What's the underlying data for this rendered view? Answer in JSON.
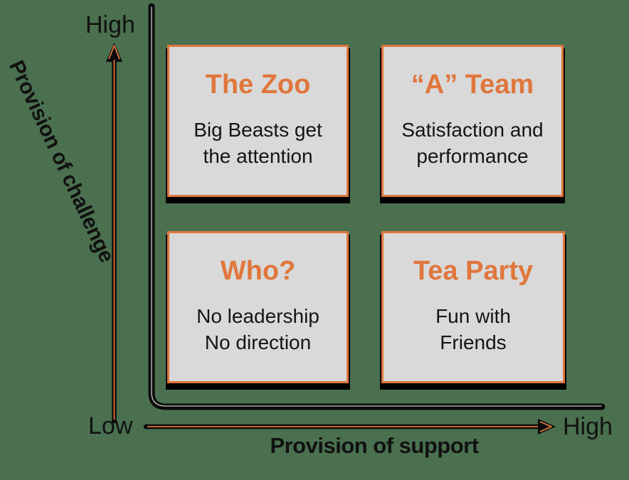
{
  "colors": {
    "background": "#4A704F",
    "box_fill": "#D9D9D9",
    "accent_orange": "#E0763C",
    "line_black": "#0A0A0A",
    "matrix_line_center": "#A8ACA5",
    "text_black": "#141414"
  },
  "axes": {
    "y": {
      "label": "Provision of challenge",
      "top_label": "High",
      "bottom_label": "Low"
    },
    "x": {
      "label": "Provision of support",
      "right_label": "High"
    }
  },
  "quadrants": [
    {
      "position": "top-left",
      "title": "The Zoo",
      "body": "Big Beasts get\nthe attention"
    },
    {
      "position": "top-right",
      "title": "“A” Team",
      "body": "Satisfaction and\nperformance"
    },
    {
      "position": "bottom-left",
      "title": "Who?",
      "body": "No leadership\nNo direction"
    },
    {
      "position": "bottom-right",
      "title": "Tea Party",
      "body": "Fun with\nFriends"
    }
  ]
}
